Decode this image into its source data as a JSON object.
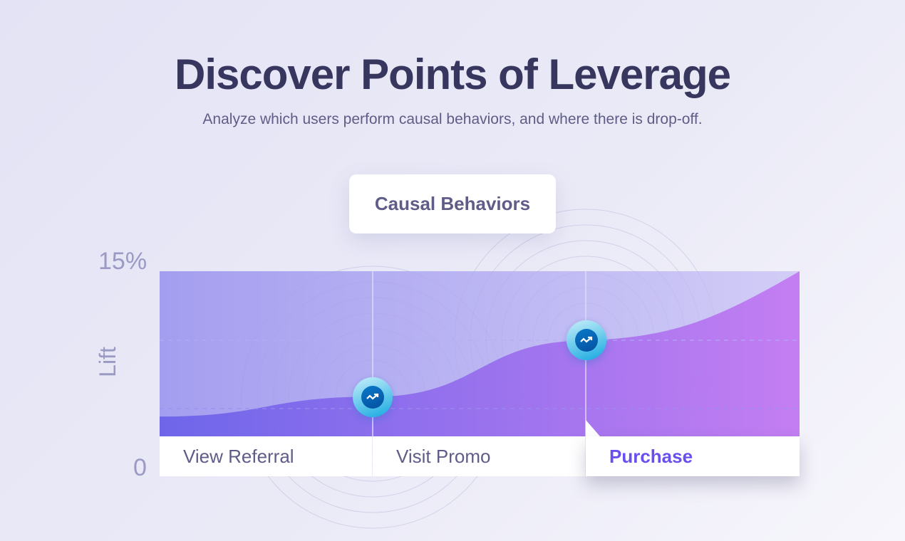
{
  "header": {
    "title": "Discover Points of Leverage",
    "subtitle": "Analyze which users perform causal behaviors, and where there is drop-off."
  },
  "badge": {
    "label": "Causal Behaviors"
  },
  "chart_data": {
    "type": "area",
    "ylabel": "Lift",
    "y_ticks": [
      "15%",
      "0"
    ],
    "ylim": [
      0,
      15
    ],
    "x": [
      0,
      1,
      2,
      3
    ],
    "values": [
      1.8,
      3.6,
      8.7,
      15
    ],
    "categories": [
      "View Referral",
      "Visit Promo",
      "Purchase"
    ],
    "active_category": "Purchase",
    "colors": {
      "area_start": "#6e66ea",
      "area_end": "#c47ef2",
      "bg_start": "#a49ef0",
      "bg_end": "#d2cdf6",
      "active_label": "#6a4ff0"
    }
  }
}
